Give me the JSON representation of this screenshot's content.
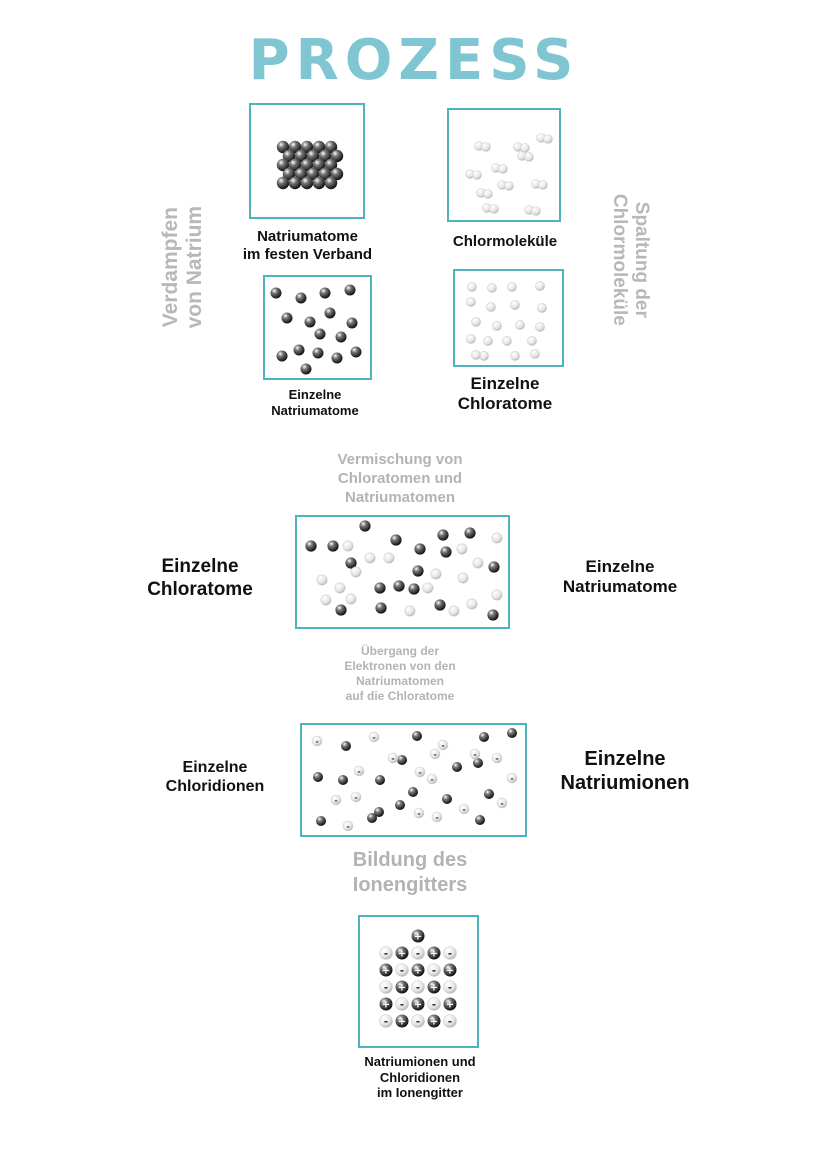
{
  "title": "PROZESS",
  "left_column": {
    "side_label_line1": "Verdampfen",
    "side_label_line2": "von Natrium",
    "box1_label_line1": "Natriumatome",
    "box1_label_line2": "im festen Verband",
    "box2_label_line1": "Einzelne",
    "box2_label_line2": "Natriumatome"
  },
  "right_column": {
    "side_label_line1": "Spaltung der",
    "side_label_line2": "Chlormoleküle",
    "box1_label": "Chlormoleküle",
    "box2_label_line1": "Einzelne",
    "box2_label_line2": "Chloratome"
  },
  "mixing": {
    "caption_line1": "Vermischung von",
    "caption_line2": "Chloratomen und",
    "caption_line3": "Natriumatomen",
    "left_label_line1": "Einzelne",
    "left_label_line2": "Chloratome",
    "right_label_line1": "Einzelne",
    "right_label_line2": "Natriumatome"
  },
  "transfer": {
    "caption_line1": "Übergang der",
    "caption_line2": "Elektronen von den",
    "caption_line3": "Natriumatomen",
    "caption_line4": "auf die Chloratome",
    "left_label_line1": "Einzelne",
    "left_label_line2": "Chloridionen",
    "right_label_line1": "Einzelne",
    "right_label_line2": "Natriumionen"
  },
  "lattice": {
    "caption_line1": "Bildung des",
    "caption_line2": "Ionengitters",
    "label_line1": "Natriumionen und",
    "label_line2": "Chloridionen",
    "label_line3": "im Ionengitter",
    "plus_sign": "+",
    "minus_sign": "-"
  },
  "colors": {
    "accent": "#4fb3bd",
    "title": "#7fc6d2",
    "caption_grey": "#b3b3b3"
  }
}
